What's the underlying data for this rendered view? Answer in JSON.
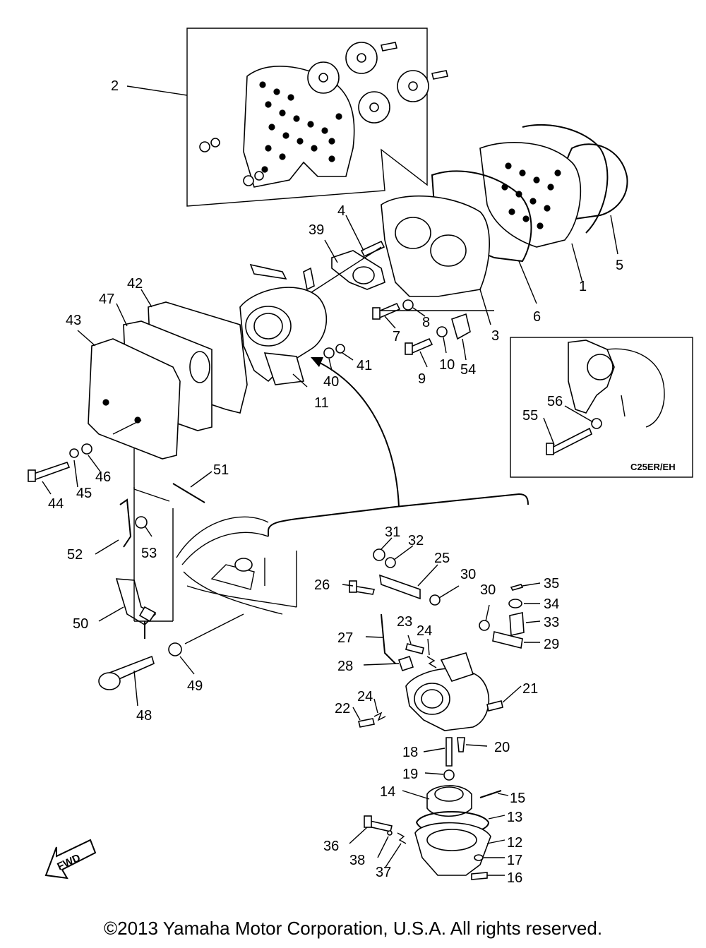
{
  "labels": [
    {
      "id": "1",
      "text": "1"
    },
    {
      "id": "2",
      "text": "2"
    },
    {
      "id": "3",
      "text": "3"
    },
    {
      "id": "4",
      "text": "4"
    },
    {
      "id": "5",
      "text": "5"
    },
    {
      "id": "6",
      "text": "6"
    },
    {
      "id": "7",
      "text": "7"
    },
    {
      "id": "8",
      "text": "8"
    },
    {
      "id": "9",
      "text": "9"
    },
    {
      "id": "10",
      "text": "10"
    },
    {
      "id": "11",
      "text": "11"
    },
    {
      "id": "12",
      "text": "12"
    },
    {
      "id": "13",
      "text": "13"
    },
    {
      "id": "14",
      "text": "14"
    },
    {
      "id": "15",
      "text": "15"
    },
    {
      "id": "16",
      "text": "16"
    },
    {
      "id": "17",
      "text": "17"
    },
    {
      "id": "18",
      "text": "18"
    },
    {
      "id": "19",
      "text": "19"
    },
    {
      "id": "20",
      "text": "20"
    },
    {
      "id": "21",
      "text": "21"
    },
    {
      "id": "22",
      "text": "22"
    },
    {
      "id": "23",
      "text": "23"
    },
    {
      "id": "24a",
      "text": "24"
    },
    {
      "id": "24b",
      "text": "24"
    },
    {
      "id": "25",
      "text": "25"
    },
    {
      "id": "26",
      "text": "26"
    },
    {
      "id": "27",
      "text": "27"
    },
    {
      "id": "28",
      "text": "28"
    },
    {
      "id": "29",
      "text": "29"
    },
    {
      "id": "30a",
      "text": "30"
    },
    {
      "id": "30b",
      "text": "30"
    },
    {
      "id": "31",
      "text": "31"
    },
    {
      "id": "32",
      "text": "32"
    },
    {
      "id": "33",
      "text": "33"
    },
    {
      "id": "34",
      "text": "34"
    },
    {
      "id": "35",
      "text": "35"
    },
    {
      "id": "36",
      "text": "36"
    },
    {
      "id": "37",
      "text": "37"
    },
    {
      "id": "38",
      "text": "38"
    },
    {
      "id": "39",
      "text": "39"
    },
    {
      "id": "40",
      "text": "40"
    },
    {
      "id": "41",
      "text": "41"
    },
    {
      "id": "42",
      "text": "42"
    },
    {
      "id": "43",
      "text": "43"
    },
    {
      "id": "44",
      "text": "44"
    },
    {
      "id": "45",
      "text": "45"
    },
    {
      "id": "46",
      "text": "46"
    },
    {
      "id": "47",
      "text": "47"
    },
    {
      "id": "48",
      "text": "48"
    },
    {
      "id": "49",
      "text": "49"
    },
    {
      "id": "50",
      "text": "50"
    },
    {
      "id": "51",
      "text": "51"
    },
    {
      "id": "52",
      "text": "52"
    },
    {
      "id": "53",
      "text": "53"
    },
    {
      "id": "54",
      "text": "54"
    },
    {
      "id": "55",
      "text": "55"
    },
    {
      "id": "56",
      "text": "56"
    }
  ],
  "inset_label": "C25ER/EH",
  "fwd_label": "FWD",
  "copyright": "©2013 Yamaha Motor Corporation, U.S.A. All rights reserved."
}
